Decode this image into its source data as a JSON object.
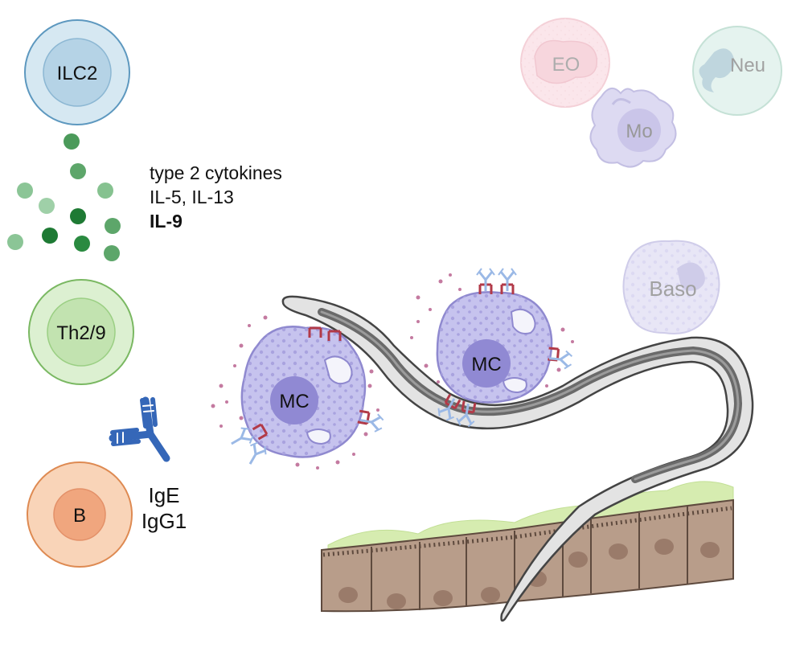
{
  "cells": {
    "ilc2": "ILC2",
    "th": "Th2/9",
    "b": "B",
    "mc1": "MC",
    "mc2": "MC",
    "eo": "EO",
    "mo": "Mo",
    "neu": "Neu",
    "baso": "Baso"
  },
  "cytokines": {
    "line1": "type 2 cytokines",
    "line2": "IL-5, IL-13",
    "line3": "IL-9"
  },
  "antibodies": {
    "line1": "IgE",
    "line2": "IgG1"
  },
  "colors": {
    "ilc2": "#b9d6e6",
    "th": "#c9e6b9",
    "b": "#f5c09c",
    "mast_cell": "#c6c3ee",
    "granule": "#c47aa0",
    "antibody": "#3f6fc4",
    "worm": "#9b9b9b",
    "epithelium": "#b89d8a",
    "mucus": "#d6ecb0"
  }
}
